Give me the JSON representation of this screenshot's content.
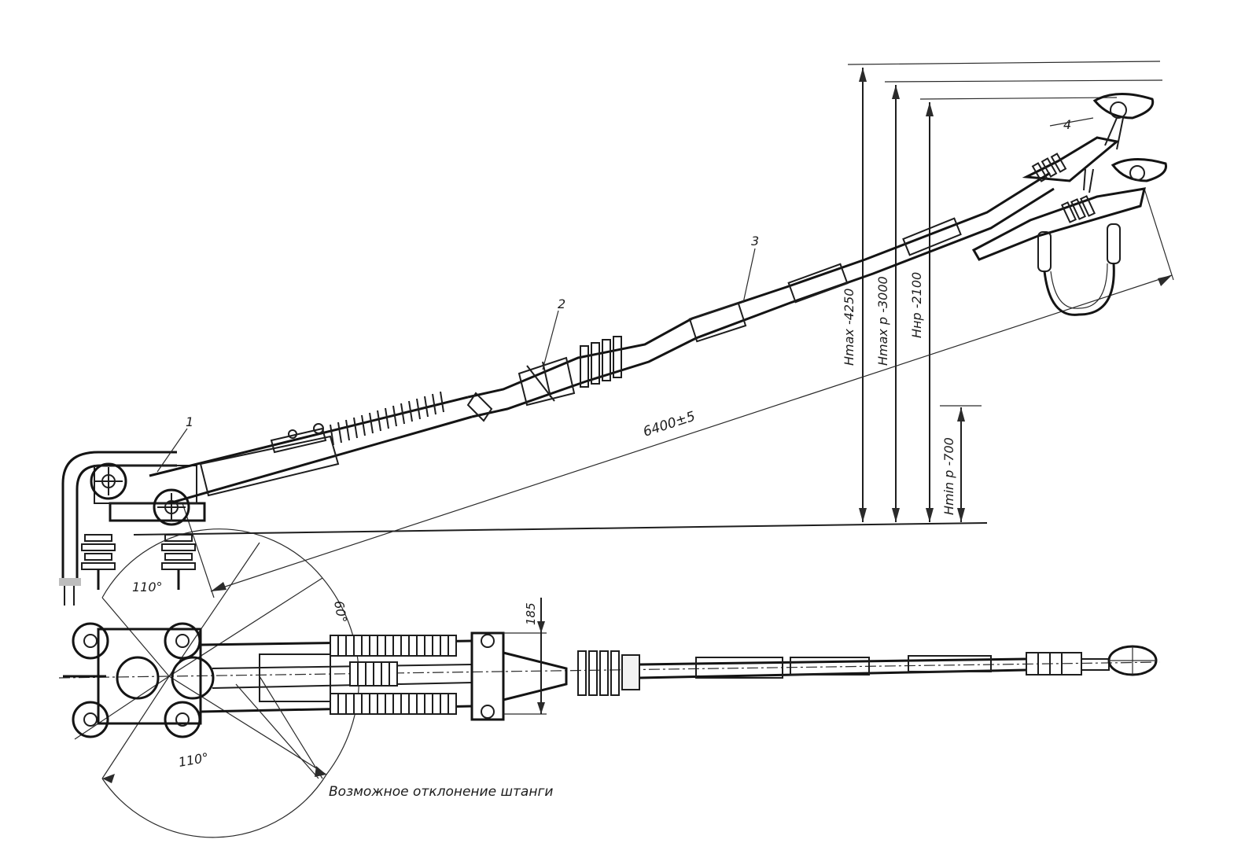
{
  "callouts": {
    "c1": "1",
    "c2": "2",
    "c3": "3",
    "c4": "4"
  },
  "dimensions": {
    "length": "6400±5",
    "hmax": "Hmax -4250",
    "hmax_p": "Hmax p -3000",
    "hnp": "Hнр -2100",
    "hmin_p": "Hmin p -700",
    "offset": "185"
  },
  "angles": {
    "a_top_left": "110°",
    "a_top_right": "60°",
    "a_bottom": "110°"
  },
  "captions": {
    "deflection": "Возможное отклонение штанги"
  }
}
